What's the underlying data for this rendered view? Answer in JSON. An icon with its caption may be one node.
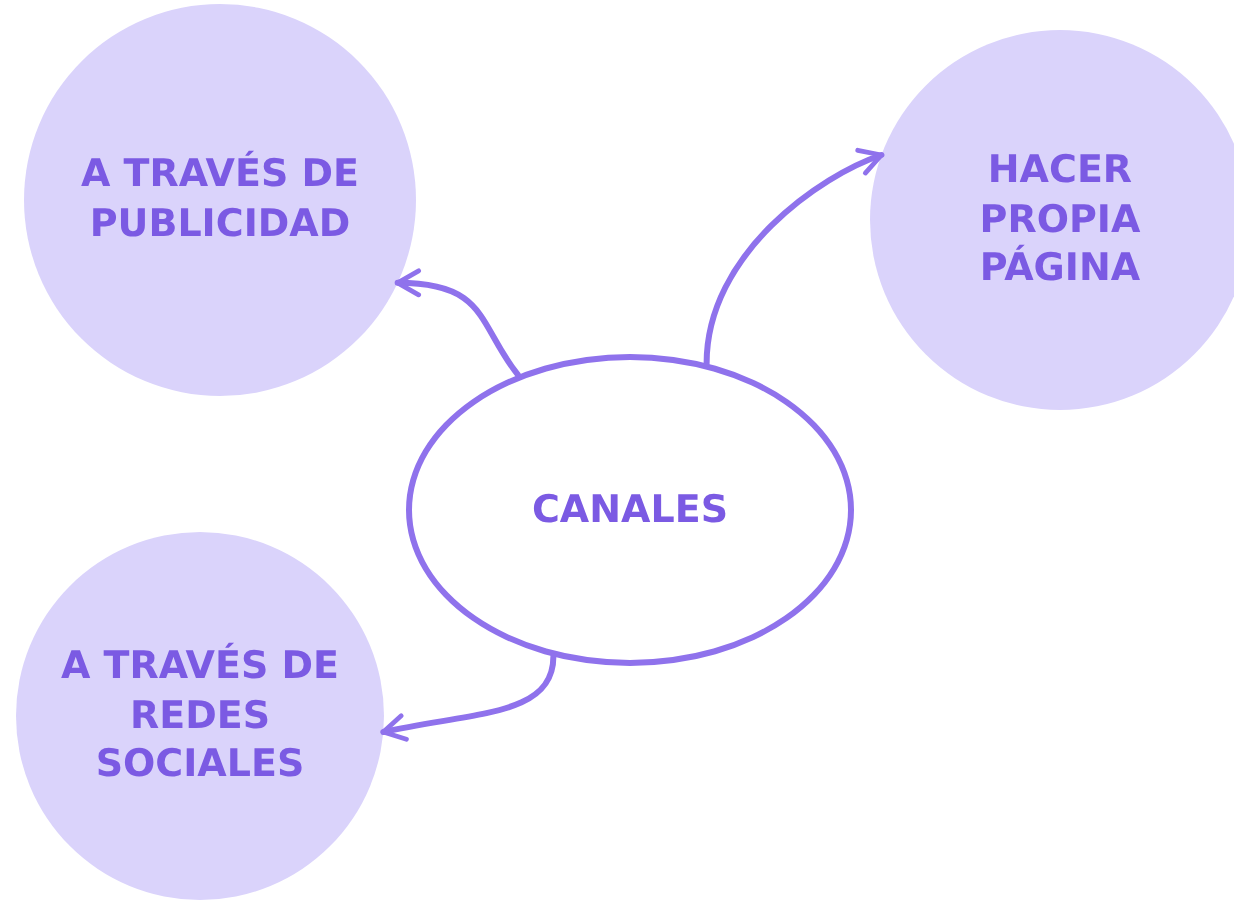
{
  "diagram": {
    "nodes": [
      {
        "text": [
          "A TRAVÉS DE PUBLICIDAD"
        ]
      },
      {
        "text": [
          "HACER PROPIA PÁGINA"
        ]
      },
      {
        "text": [
          "CANALES"
        ]
      },
      {
        "text": [
          "A TRAVÉS DE REDES SOCIALES"
        ]
      }
    ],
    "edges": [
      {
        "from": 2,
        "to": 0,
        "arrow": "to"
      },
      {
        "from": 2,
        "to": 1,
        "arrow": "to"
      },
      {
        "from": 2,
        "to": 3,
        "arrow": "to"
      }
    ]
  }
}
